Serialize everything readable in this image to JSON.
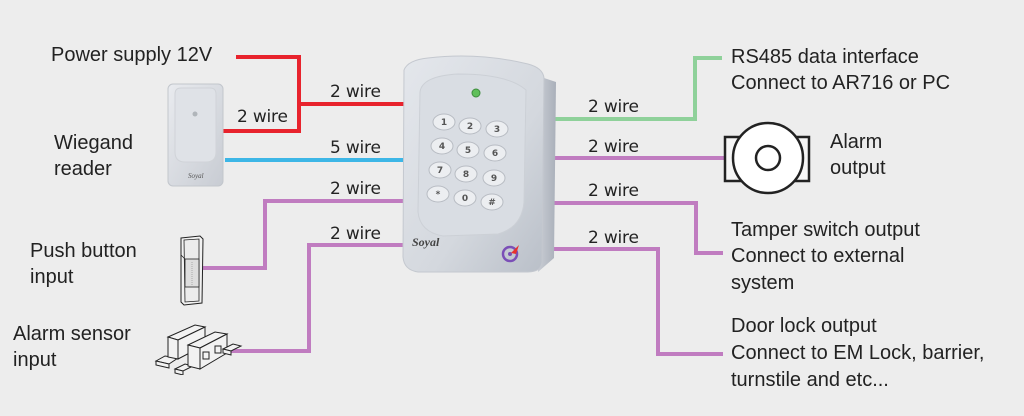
{
  "colors": {
    "background": "#ededed",
    "power_wire": "#e8232d",
    "wiegand_wire": "#3db6e6",
    "io_wire": "#c07cc0",
    "rs485_wire": "#8fd19a",
    "text": "#222222"
  },
  "left_labels": {
    "power_supply": "Power supply 12V",
    "wiegand_line1": "Wiegand",
    "wiegand_line2": "reader",
    "push_line1": "Push button",
    "push_line2": "input",
    "sensor_line1": "Alarm sensor",
    "sensor_line2": "input"
  },
  "right_labels": {
    "rs485_line1": "RS485 data interface",
    "rs485_line2": "Connect to AR716 or PC",
    "alarm_line1": "Alarm",
    "alarm_line2": "output",
    "tamper_line1": "Tamper switch output",
    "tamper_line2": "Connect to external",
    "tamper_line3": "system",
    "door_line1": "Door lock output",
    "door_line2": "Connect to EM Lock, barrier,",
    "door_line3": "turnstile and etc..."
  },
  "wire_labels": {
    "power_to_controller": "2 wire",
    "power_to_reader": "2 wire",
    "wiegand": "5 wire",
    "push_button": "2 wire",
    "alarm_sensor": "2 wire",
    "rs485": "2 wire",
    "alarm_output": "2 wire",
    "tamper": "2 wire",
    "door_lock": "2 wire"
  },
  "controller": {
    "brand": "Soyal",
    "keys": [
      "1",
      "2",
      "3",
      "4",
      "5",
      "6",
      "7",
      "8",
      "9",
      "*",
      "0",
      "#"
    ]
  },
  "reader": {
    "brand": "Soyal"
  },
  "icons": {
    "controller": "keypad-controller-icon",
    "reader": "wiegand-reader-icon",
    "push_button": "push-button-icon",
    "sensor": "magnetic-sensor-icon",
    "alarm": "siren-icon"
  }
}
